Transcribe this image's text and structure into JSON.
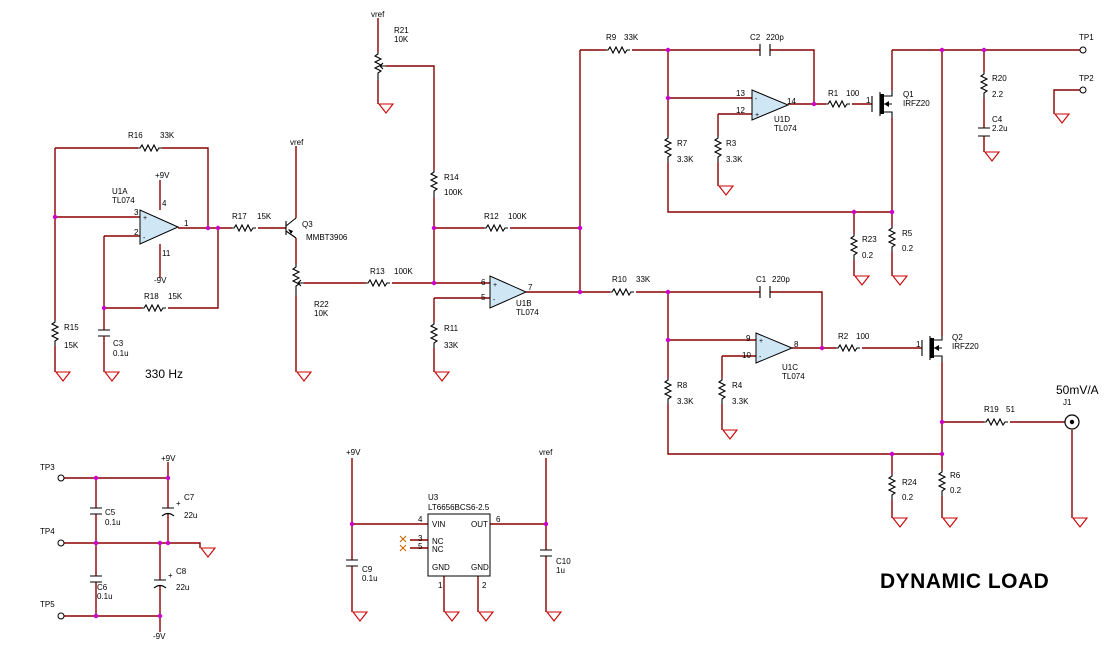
{
  "title": "DYNAMIC LOAD",
  "freq_note": "330 Hz",
  "probe_note": "50mV/A",
  "components": {
    "R1": {
      "ref": "R1",
      "val": "100"
    },
    "R2": {
      "ref": "R2",
      "val": "100"
    },
    "R3": {
      "ref": "R3",
      "val": "3.3K"
    },
    "R4": {
      "ref": "R4",
      "val": "3.3K"
    },
    "R5": {
      "ref": "R5",
      "val": "0.2"
    },
    "R6": {
      "ref": "R6",
      "val": "0.2"
    },
    "R7": {
      "ref": "R7",
      "val": "3.3K"
    },
    "R8": {
      "ref": "R8",
      "val": "3.3K"
    },
    "R9": {
      "ref": "R9",
      "val": "33K"
    },
    "R10": {
      "ref": "R10",
      "val": "33K"
    },
    "R11": {
      "ref": "R11",
      "val": "33K"
    },
    "R12": {
      "ref": "R12",
      "val": "100K"
    },
    "R13": {
      "ref": "R13",
      "val": "100K"
    },
    "R14": {
      "ref": "R14",
      "val": "100K"
    },
    "R15": {
      "ref": "R15",
      "val": "15K"
    },
    "R16": {
      "ref": "R16",
      "val": "33K"
    },
    "R17": {
      "ref": "R17",
      "val": "15K"
    },
    "R18": {
      "ref": "R18",
      "val": "15K"
    },
    "R19": {
      "ref": "R19",
      "val": "51"
    },
    "R20": {
      "ref": "R20",
      "val": "2.2"
    },
    "R21": {
      "ref": "R21",
      "val": "10K"
    },
    "R22": {
      "ref": "R22",
      "val": "10K"
    },
    "R23": {
      "ref": "R23",
      "val": "0.2"
    },
    "R24": {
      "ref": "R24",
      "val": "0.2"
    },
    "C1": {
      "ref": "C1",
      "val": "220p"
    },
    "C2": {
      "ref": "C2",
      "val": "220p"
    },
    "C3": {
      "ref": "C3",
      "val": "0.1u"
    },
    "C4": {
      "ref": "C4",
      "val": "2.2u"
    },
    "C5": {
      "ref": "C5",
      "val": "0.1u"
    },
    "C6": {
      "ref": "C6",
      "val": "0.1u"
    },
    "C7": {
      "ref": "C7",
      "val": "22u"
    },
    "C8": {
      "ref": "C8",
      "val": "22u"
    },
    "C9": {
      "ref": "C9",
      "val": "0.1u"
    },
    "C10": {
      "ref": "C10",
      "val": "1u"
    },
    "U1A": {
      "ref": "U1A",
      "val": "TL074"
    },
    "U1B": {
      "ref": "U1B",
      "val": "TL074"
    },
    "U1C": {
      "ref": "U1C",
      "val": "TL074"
    },
    "U1D": {
      "ref": "U1D",
      "val": "TL074"
    },
    "Q1": {
      "ref": "Q1",
      "val": "IRFZ20"
    },
    "Q2": {
      "ref": "Q2",
      "val": "IRFZ20"
    },
    "Q3": {
      "ref": "Q3",
      "val": "MMBT3906"
    },
    "U3": {
      "ref": "U3",
      "val": "LT6656BCS6-2.5"
    },
    "J1": {
      "ref": "J1"
    }
  },
  "testpoints": {
    "TP1": "TP1",
    "TP2": "TP2",
    "TP3": "TP3",
    "TP4": "TP4",
    "TP5": "TP5"
  },
  "rails": {
    "pos9": "+9V",
    "neg9": "-9V",
    "vref": "vref"
  },
  "u3_pins": {
    "vin": "VIN",
    "out": "OUT",
    "nc": "NC",
    "gnd": "GND"
  },
  "pins": {
    "p1": "1",
    "p2": "2",
    "p3": "3",
    "p4": "4",
    "p5": "5",
    "p6": "6",
    "p7": "7",
    "p8": "8",
    "p9": "9",
    "p10": "10",
    "p11": "11",
    "p12": "12",
    "p13": "13",
    "p14": "14"
  }
}
